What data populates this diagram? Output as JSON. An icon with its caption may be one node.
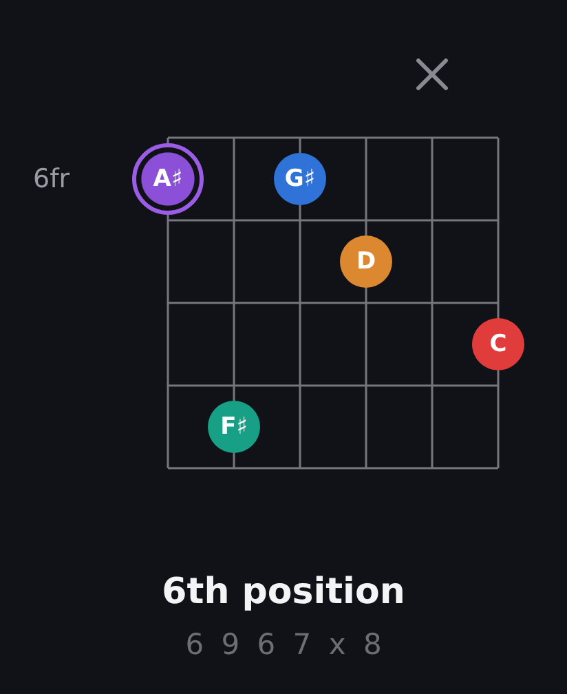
{
  "diagram": {
    "title": "6th position",
    "nodes": [
      {
        "text": [
          "A♯"
        ]
      },
      {
        "text": [
          "G♯"
        ]
      },
      {
        "text": [
          "D"
        ]
      },
      {
        "text": [
          "C"
        ]
      },
      {
        "text": [
          "F♯"
        ]
      }
    ],
    "labels": [
      "6fr",
      "6 9 6 7 x 8"
    ]
  }
}
